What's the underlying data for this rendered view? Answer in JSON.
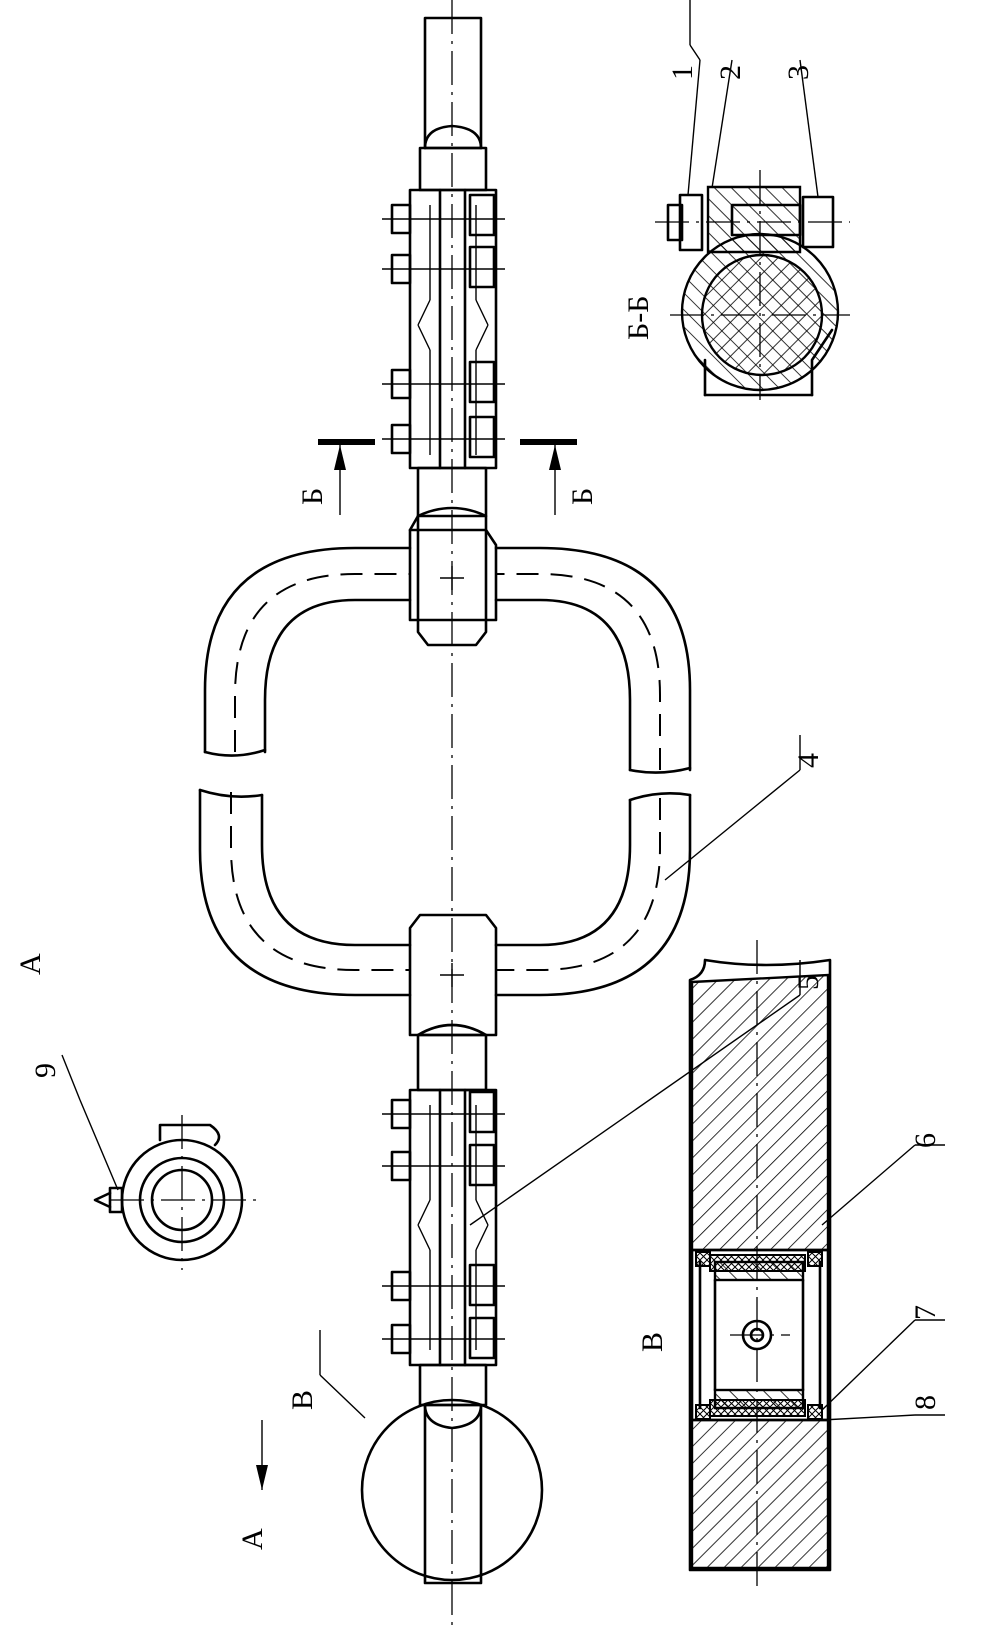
{
  "labels": {
    "view_a": "А",
    "view_a_arrow": "А",
    "view_b": "В",
    "view_b_detail": "В",
    "section": "Б-Б",
    "section_arrow_left": "Б",
    "section_arrow_right": "Б",
    "callouts": [
      "1",
      "2",
      "3",
      "4",
      "5",
      "6",
      "7",
      "8",
      "9"
    ]
  }
}
